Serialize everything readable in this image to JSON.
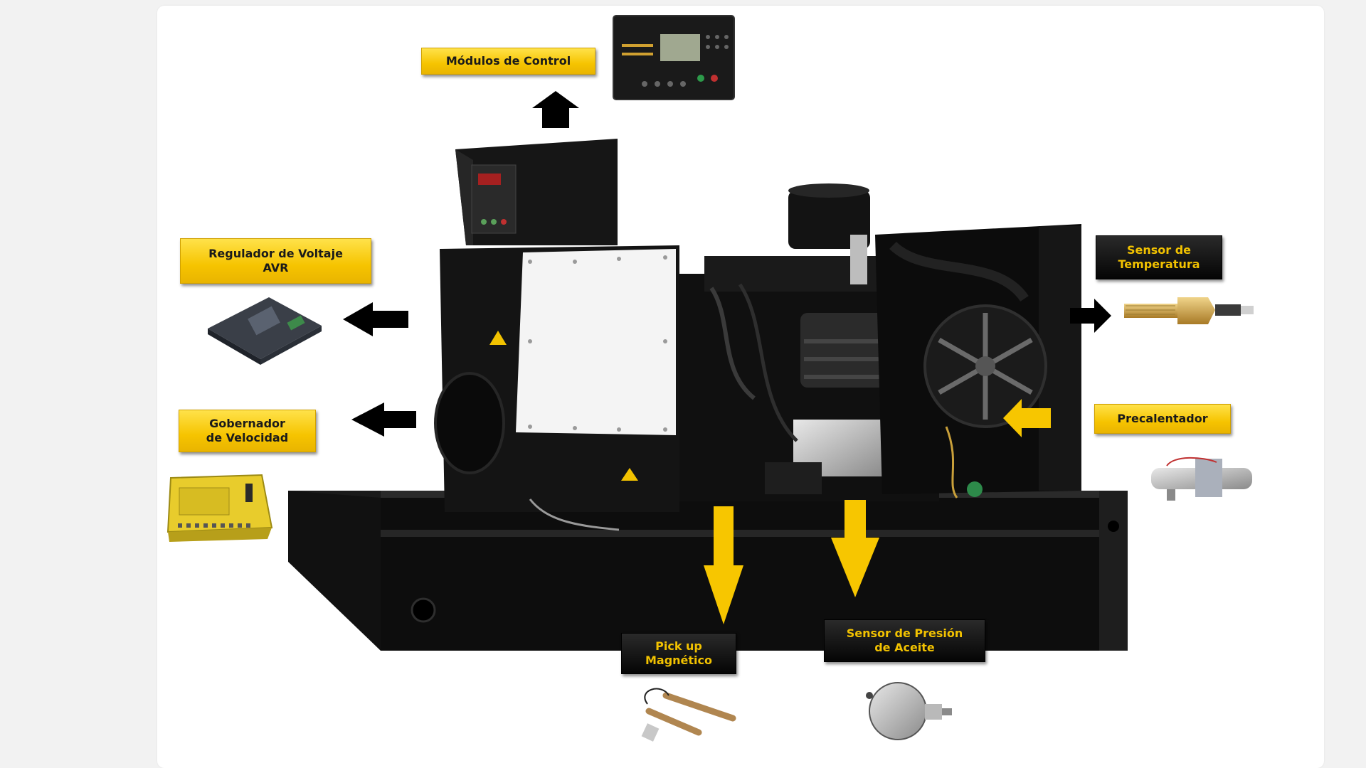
{
  "labels": {
    "control": "Módulos de Control",
    "avr_line1": "Regulador de Voltaje",
    "avr_line2": "AVR",
    "governor_line1": "Gobernador",
    "governor_line2": "de Velocidad",
    "temp_line1": "Sensor de",
    "temp_line2": "Temperatura",
    "preheater": "Precalentador",
    "pickup_line1": "Pick up",
    "pickup_line2": "Magnético",
    "oil_line1": "Sensor de Presión",
    "oil_line2": "de Aceite"
  },
  "colors": {
    "label_yellow": "#f6c400",
    "label_dark": "#0a0a0a",
    "dark_label_text": "#f2c200",
    "arrow_black": "#000000",
    "arrow_yellow": "#f7c600",
    "generator_body": "#121212",
    "alternator_panel": "#f4f4f4"
  }
}
